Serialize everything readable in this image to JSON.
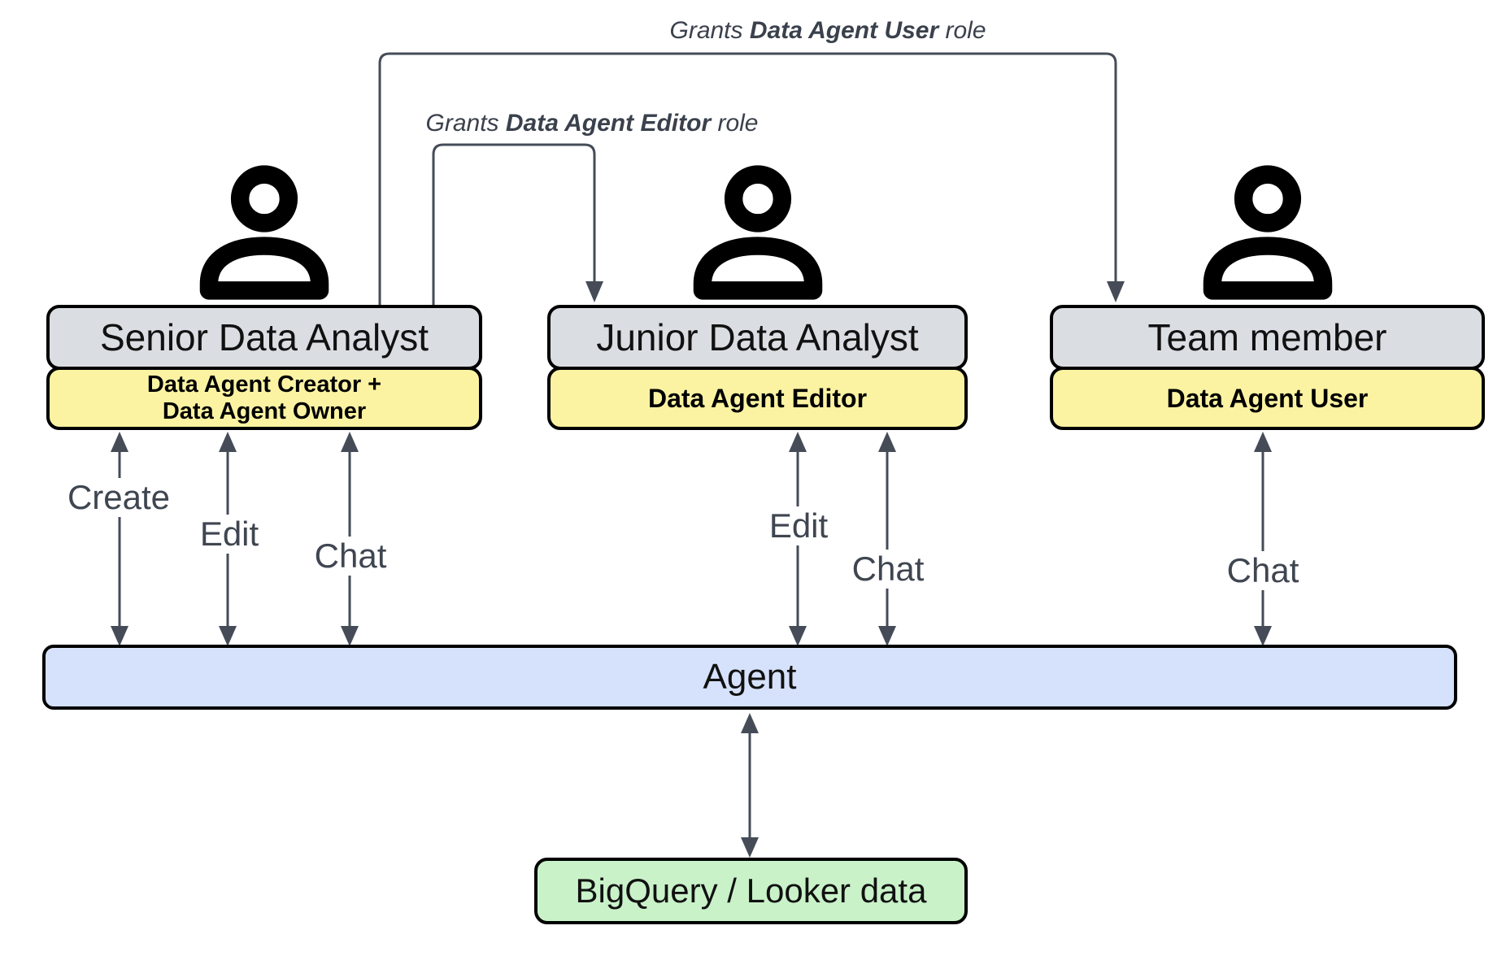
{
  "diagram": {
    "grant_labels": [
      {
        "prefix": "Grants ",
        "role": "Data Agent User",
        "suffix": " role"
      },
      {
        "prefix": "Grants ",
        "role": "Data Agent Editor",
        "suffix": " role"
      }
    ],
    "actors": [
      {
        "title": "Senior Data Analyst",
        "roles": [
          "Data Agent Creator +",
          "Data Agent Owner"
        ]
      },
      {
        "title": "Junior Data Analyst",
        "roles": [
          "Data Agent Editor"
        ]
      },
      {
        "title": "Team member",
        "roles": [
          "Data Agent User"
        ]
      }
    ],
    "actions": [
      "Create",
      "Edit",
      "Chat",
      "Edit",
      "Chat",
      "Chat"
    ],
    "agent_label": "Agent",
    "datasource_label": "BigQuery / Looker data",
    "colors": {
      "actor_header": "#dadee3",
      "role_band": "#fbf3a2",
      "agent_bar": "#d6e2fb",
      "datasource": "#c9f2c9",
      "line": "#454c58"
    }
  }
}
